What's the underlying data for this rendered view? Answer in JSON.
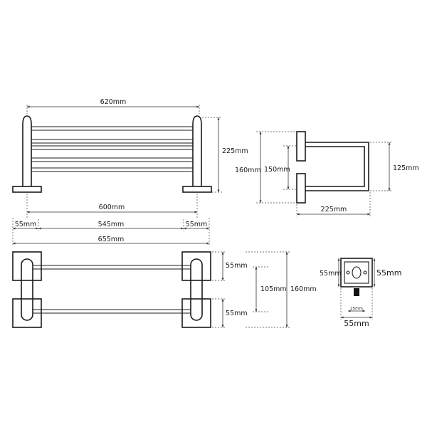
{
  "drawing": {
    "front_view": {
      "width_top": "620mm",
      "height": "225mm",
      "foot_spacing": "600mm"
    },
    "side_view": {
      "height_total": "160mm",
      "bracket_spacing": "150mm",
      "loop_height": "125mm",
      "depth": "225mm"
    },
    "top_view": {
      "left_plate": "55mm",
      "center": "545mm",
      "right_plate": "55mm",
      "overall": "655mm",
      "plate_top": "55mm",
      "gap": "105mm",
      "plate_bottom": "55mm",
      "total_depth": "160mm"
    },
    "mount_detail": {
      "height": "55mm",
      "width_right": "55mm",
      "hole_spacing": "25mm",
      "width_bottom": "55mm"
    }
  }
}
